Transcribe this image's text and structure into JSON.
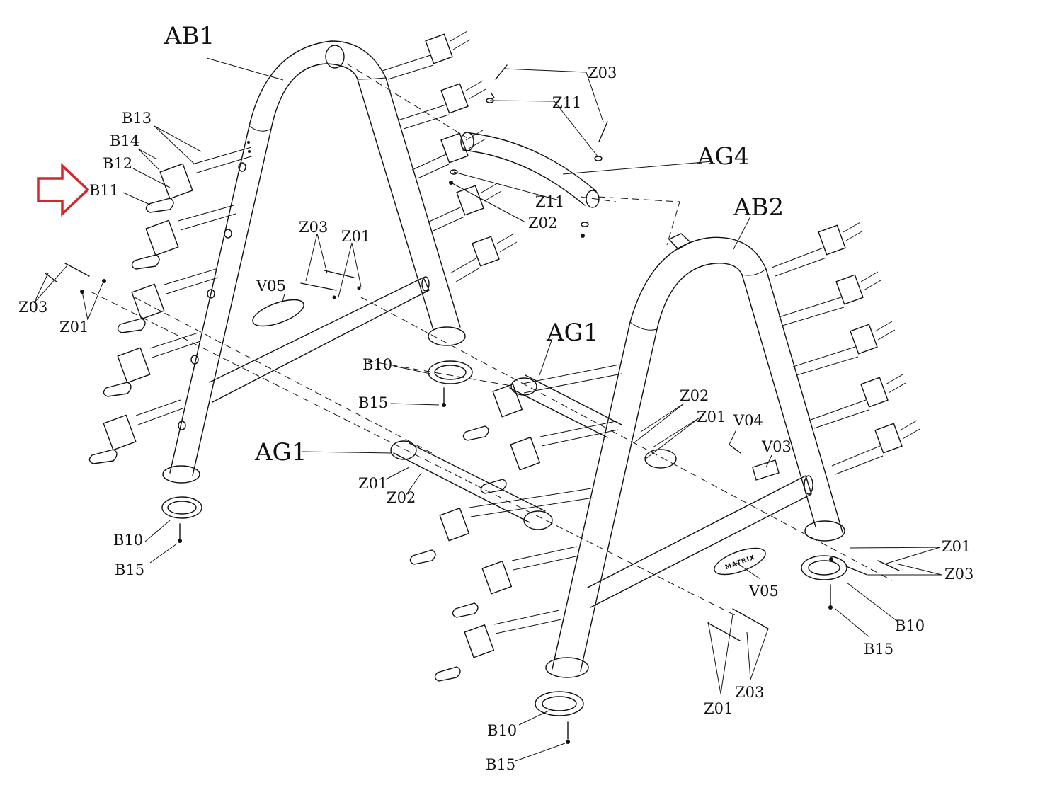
{
  "diagram": {
    "callouts": [
      "AB1",
      "AB2",
      "AG4",
      "AG1",
      "AG1",
      "B13",
      "B14",
      "B12",
      "B11",
      "Z03",
      "Z11",
      "Z11",
      "Z02",
      "Z03",
      "Z01",
      "V05",
      "Z03",
      "Z01",
      "B10",
      "B15",
      "Z02",
      "Z01",
      "V04",
      "V03",
      "Z01",
      "Z02",
      "B10",
      "B15",
      "Z01",
      "Z03",
      "B10",
      "B15",
      "V05",
      "Z01",
      "Z03",
      "B10",
      "B15"
    ],
    "logo_text": "MATRIX",
    "highlight_target": "B11",
    "highlight_color": "#d6262b"
  }
}
